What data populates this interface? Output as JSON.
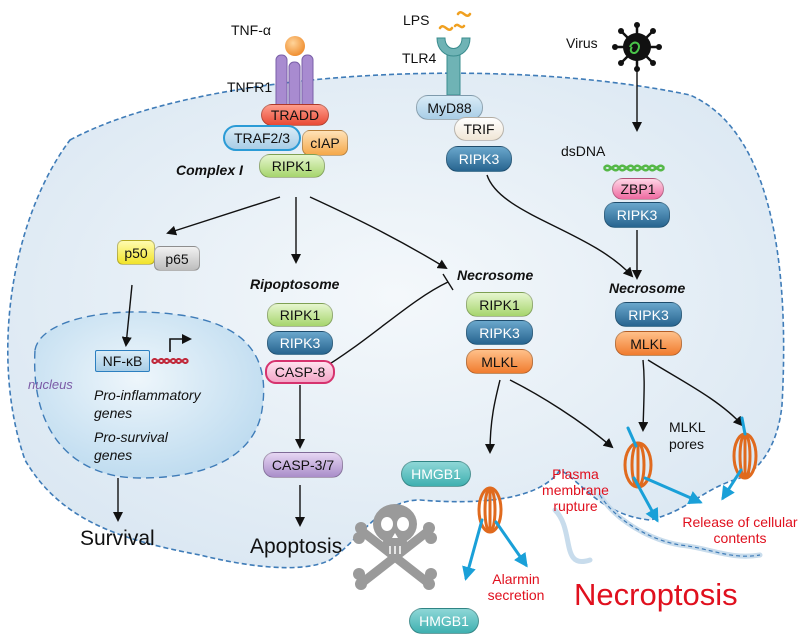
{
  "ligands": {
    "tnf": "TNF-α",
    "tnfr1": "TNFR1",
    "lps": "LPS",
    "tlr4": "TLR4",
    "virus": "Virus",
    "dsdna": "dsDNA"
  },
  "complex1": {
    "label": "Complex I",
    "tradd": "TRADD",
    "traf": "TRAF2/3",
    "ciap": "cIAP",
    "ripk1": "RIPK1"
  },
  "tlr_path": {
    "myd88": "MyD88",
    "trif": "TRIF",
    "ripk3": "RIPK3"
  },
  "virus_path": {
    "zbp1": "ZBP1",
    "ripk3": "RIPK3"
  },
  "nfkb_path": {
    "p50": "p50",
    "p65": "p65",
    "nfkb": "NF-κB",
    "nucleus": "nucleus",
    "genes1": "Pro-inflammatory genes",
    "genes2": "Pro-survival genes",
    "survival": "Survival"
  },
  "ripoptosome": {
    "label": "Ripoptosome",
    "ripk1": "RIPK1",
    "ripk3": "RIPK3",
    "casp8": "CASP-8",
    "casp37": "CASP-3/7",
    "apoptosis": "Apoptosis"
  },
  "necrosome1": {
    "label": "Necrosome",
    "ripk1": "RIPK1",
    "ripk3": "RIPK3",
    "mlkl": "MLKL"
  },
  "necrosome2": {
    "label": "Necrosome",
    "ripk3": "RIPK3",
    "mlkl": "MLKL"
  },
  "outcomes": {
    "hmgb1_top": "HMGB1",
    "hmgb1_bottom": "HMGB1",
    "plasma": "Plasma membrane rupture",
    "alarmin": "Alarmin secretion",
    "mlkl_pores": "MLKL pores",
    "release": "Release of cellular contents",
    "necroptosis": "Necroptosis"
  },
  "colors": {
    "membrane": "#3f7cb8",
    "cell_fill": "#e3edf6",
    "red_text": "#e0101e",
    "arrow_blue": "#1aa0d8",
    "pore_orange": "#e06a1e"
  }
}
